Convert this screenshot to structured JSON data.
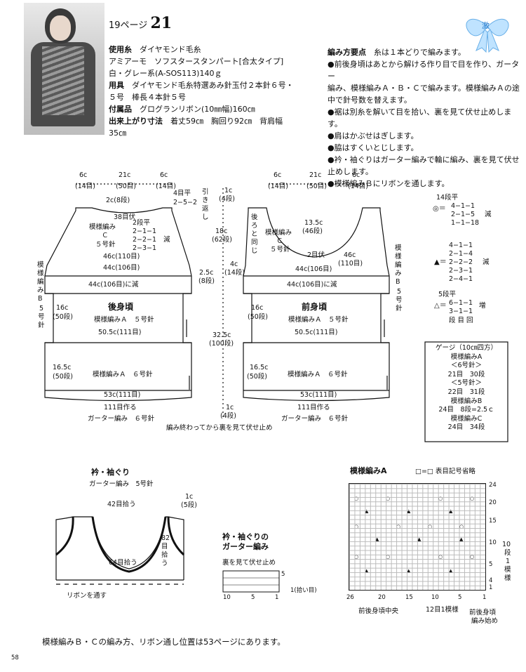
{
  "header": {
    "page_ref": "19ページ",
    "number": "21"
  },
  "materials": {
    "yarn_label": "使用糸",
    "yarn_value": "ダイヤモンド毛糸",
    "yarn_line2": "アミアーモ　ソフスタースタンパート[合太タイプ]",
    "yarn_line3": "白・グレー系(A-SOS113)140ｇ",
    "tools_label": "用具",
    "tools_value": "ダイヤモンド毛糸特選あみ針玉付２本針６号・",
    "tools_line2": "５号　棒長４本針５号",
    "notions_label": "付属品",
    "notions_value": "グログランリボン(10㎜幅)160㎝",
    "size_label": "出来上がり寸法",
    "size_value": "着丈59㎝　胸回り92㎝　背肩幅",
    "size_line2": "35㎝"
  },
  "points": {
    "title": "編み方要点",
    "title_note": "糸は１本どりで編みます。",
    "lines": [
      "●前後身頃はあとから解ける作り目で目を作り、ガーター",
      "編み、模様編みＡ・Ｂ・Ｃで編みます。模様編みＡの途",
      "中で針号数を替えます。",
      "●裾は別糸を解いて目を拾い、裏を見て伏せ止めします。",
      "●肩はかぶせはぎします。",
      "●脇はすくいとじします。",
      "●衿・袖ぐりはガーター編みで輪に編み、裏を見て伏せ",
      "止めします。",
      "●模様編みＢにリボンを通します。"
    ]
  },
  "back": {
    "title": "後身頃",
    "top_dims": [
      "6c",
      "21c",
      "6c"
    ],
    "top_sts": [
      "(14目)",
      "(50目)",
      "(14目)"
    ],
    "neck": "2c(8段)",
    "neck_sts": "38目伏",
    "pattern_c": "模様編み",
    "pattern_c2": "Ｃ",
    "needle5": "５号針",
    "dec_head": "2段平",
    "dec1": "2−1−1",
    "dec2": "2−2−1",
    "dec3": "2−3−1",
    "dec_word": "減",
    "shoulder1": "4目平",
    "shoulder2": "2−5−2",
    "shoulder_note1": "引",
    "shoulder_note2": "き",
    "shoulder_note3": "返",
    "shoulder_note4": "し",
    "w46": "46c(110目)",
    "w44": "44c(106目)",
    "dec_to": "44c(106目)に減",
    "h16": "16c",
    "h16r": "(50段)",
    "patA5": "模様編みＡ　５号針",
    "w505": "50.5c(111目)",
    "h165": "16.5c",
    "h165r": "(50段)",
    "patA6": "模様編みＡ　６号針",
    "w53": "53c(111目)",
    "cast": "111目作る",
    "garter": "ガーター編み　６号針",
    "side_b1": "模",
    "side_b2": "様",
    "side_b3": "編",
    "side_b4": "み",
    "side_b5": "B",
    "side_n1": "5",
    "side_n2": "号",
    "side_n3": "針"
  },
  "front": {
    "title": "前身頃",
    "top_dims": [
      "6c",
      "21c",
      "6c"
    ],
    "top_sts": [
      "(14目)",
      "(50目)",
      "(14目)"
    ],
    "neck": "13.5c",
    "neck_r": "(46段)",
    "back_same1": "後",
    "back_same2": "ろ",
    "back_same3": "と",
    "back_same4": "同",
    "back_same5": "じ",
    "pattern_c": "模様編み",
    "pattern_c2": "Ｃ",
    "needle5": "５号針",
    "flat2": "2目伏",
    "w46": "46c",
    "w46s": "(110目)",
    "w44": "44c(106目)",
    "dec_to": "44c(106目)に減",
    "h16": "16c",
    "h16r": "(50段)",
    "patA5": "模様編みＡ　５号針",
    "w505": "50.5c(111目)",
    "h165": "16.5c",
    "h165r": "(50段)",
    "patA6": "模様編みＡ　６号針",
    "w53": "53c(111目)",
    "cast": "111目作る",
    "garter": "ガーター編み　６号針",
    "bind": "編み終わってから裏を見て伏せ止め",
    "side1": "模",
    "side2": "様",
    "side3": "編",
    "side4": "み",
    "side5": "B",
    "side_n1": "5",
    "side_n2": "号",
    "side_n3": "針"
  },
  "middle": {
    "m1": "1c",
    "m1r": "(4段)",
    "m2": "18c",
    "m2r": "(62段)",
    "m3": "4c",
    "m3r": "(14段)",
    "m4": "2.5c",
    "m4r": "(8段)",
    "m5": "32.5c",
    "m5r": "(100段)",
    "m6": "1c",
    "m6r": "(4段)"
  },
  "legend": {
    "a_head": "14段平",
    "a1": "4−1−1",
    "a2": "2−1−5",
    "a3": "1−1−18",
    "a_word": "減",
    "b1": "4−1−1",
    "b2": "2−1−4",
    "b3": "2−2−2",
    "b4": "2−3−1",
    "b5": "2−4−1",
    "b_word": "減",
    "c_head": "5段平",
    "c1": "6−1−1",
    "c2": "3−1−1",
    "c_word": "増",
    "c_foot": "段 目 回"
  },
  "gauge": {
    "title": "ゲージ（10㎝四方）",
    "lines": [
      "模様編みA",
      "＜6号針＞",
      "21目　30段",
      "＜5号針＞",
      "22目　31段",
      "模様編みB",
      "24目　8段=2.5ｃ",
      "模様編みC",
      "24目　34段"
    ]
  },
  "collar": {
    "title": "衿・袖ぐり",
    "sub": "ガーター編み　5号針",
    "pick42": "42目拾う",
    "pick64": "64目拾う",
    "pick82a": "82",
    "pick82b": "目",
    "pick82c": "拾",
    "pick82d": "う",
    "c1": "1c",
    "c1r": "(5段)",
    "ribbon": "リボンを通す"
  },
  "garter_chart": {
    "title1": "衿・袖ぐりの",
    "title2": "ガーター編み",
    "note": "裏を見て伏せ止め",
    "r5": "5",
    "r1": "1(拾い目)",
    "x10": "10",
    "x5": "5",
    "x1": "1"
  },
  "pattern_a": {
    "title": "模様編みA",
    "legend": "□=□ 表目記号省略",
    "y_ticks": [
      "24",
      "20",
      "15",
      "10",
      "5",
      "4",
      "1"
    ],
    "x_ticks": [
      "26",
      "20",
      "15",
      "10",
      "5",
      "1"
    ],
    "repeat_label": "10段1模様",
    "repeat1": "10",
    "repeat2": "段",
    "repeat3": "1",
    "repeat4": "模",
    "repeat5": "様",
    "center": "前後身頃中央",
    "repeat_x": "12目1模様",
    "start1": "前後身頃",
    "start2": "編み始め"
  },
  "footer": {
    "note": "模様編みＢ・Ｃの編み方、リボン通し位置は53ページにあります。",
    "page": "58"
  },
  "logo": {
    "text": "激"
  }
}
